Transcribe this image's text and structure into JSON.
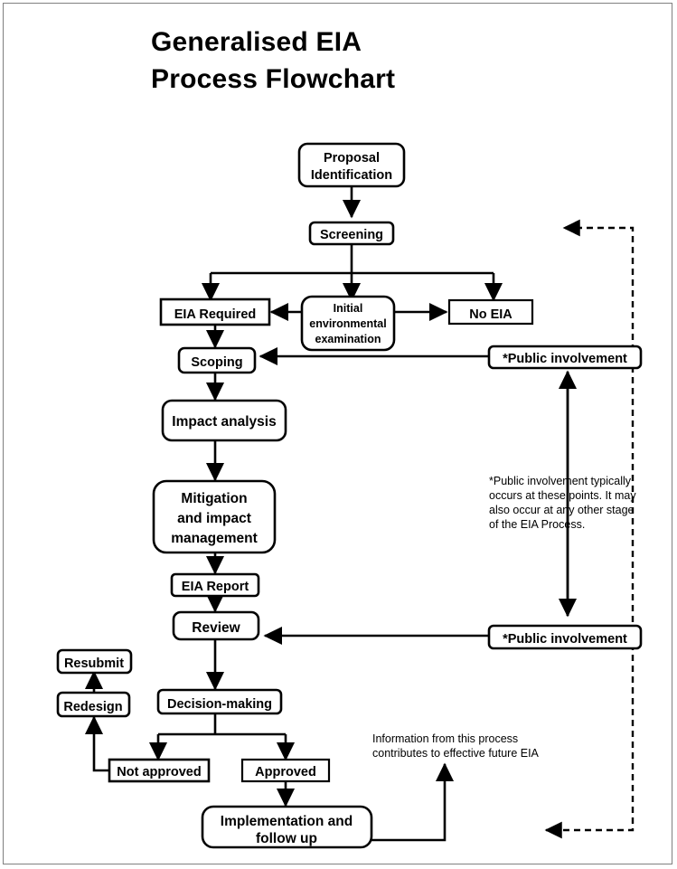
{
  "page": {
    "title": "Generalised EIA\nProcess Flowchart",
    "background_color": "#ffffff",
    "border_color": "#808080",
    "line_color": "#000000"
  },
  "nodes": {
    "proposal_identification": "Proposal\nIdentification",
    "proposal_identification_line1": "Proposal",
    "proposal_identification_line2": "Identification",
    "screening": "Screening",
    "eia_required": "EIA Required",
    "initial_examination_line1": "Initial",
    "initial_examination_line2": "environmental",
    "initial_examination_line3": "examination",
    "no_eia": "No EIA",
    "scoping": "Scoping",
    "impact_analysis": "Impact analysis",
    "mitigation_line1": "Mitigation",
    "mitigation_line2": "and impact",
    "mitigation_line3": "management",
    "eia_report": "EIA Report",
    "review": "Review",
    "decision_making": "Decision-making",
    "not_approved": "Not approved",
    "approved": "Approved",
    "implementation_line1": "Implementation and",
    "implementation_line2": "follow up",
    "resubmit": "Resubmit",
    "redesign": "Redesign",
    "public_involvement_upper": "*Public involvement",
    "public_involvement_lower": "*Public involvement"
  },
  "annotations": {
    "footnote_line1": "*Public involvement typically",
    "footnote_line2": "occurs at these points. It may",
    "footnote_line3": "also occur at any other stage",
    "footnote_line4": "of the EIA Process.",
    "feedback_line1": "Information from this process",
    "feedback_line2": "contributes to effective future EIA"
  },
  "chart_data": {
    "type": "diagram",
    "title": "Generalised EIA Process Flowchart",
    "flow_sequence": [
      "Proposal Identification",
      "Screening",
      "EIA Required",
      "Scoping",
      "Impact analysis",
      "Mitigation and impact management",
      "EIA Report",
      "Review",
      "Decision-making",
      "Approved",
      "Implementation and follow up"
    ],
    "branches": [
      {
        "from": "Screening",
        "to": [
          "EIA Required",
          "Initial environmental examination",
          "No EIA"
        ]
      },
      {
        "from": "Initial environmental examination",
        "to": [
          "EIA Required",
          "No EIA"
        ]
      },
      {
        "from": "Decision-making",
        "to": [
          "Not approved",
          "Approved"
        ]
      },
      {
        "from": "Not approved",
        "to": [
          "Redesign"
        ]
      },
      {
        "from": "Redesign",
        "to": [
          "Resubmit"
        ]
      },
      {
        "from": "*Public involvement (upper)",
        "to": [
          "Scoping"
        ]
      },
      {
        "from": "*Public involvement (lower)",
        "to": [
          "Review"
        ]
      }
    ],
    "dashed_feedback": "Implementation and follow up feeds back to the start of the process"
  }
}
